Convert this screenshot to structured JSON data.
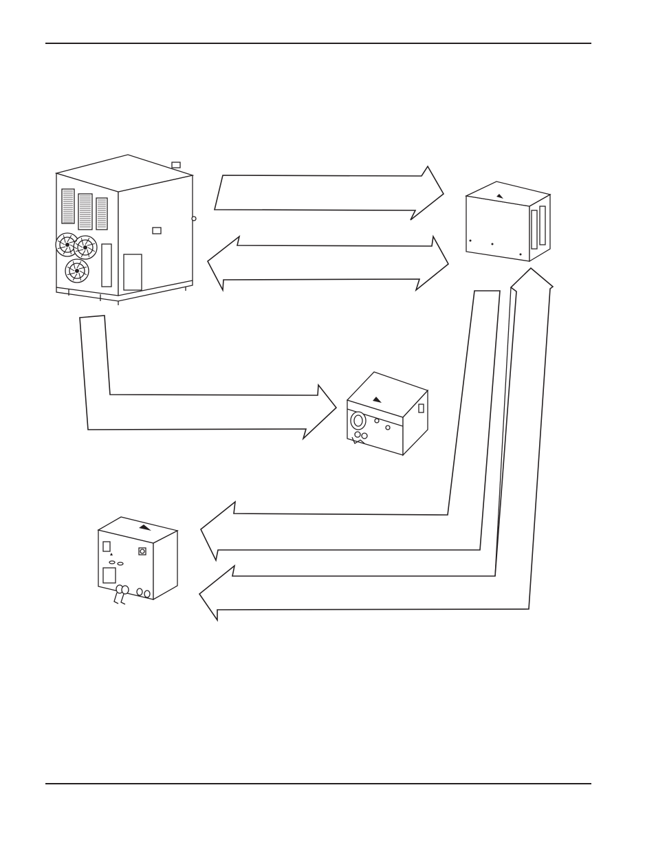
{
  "page": {
    "background": "#ffffff",
    "line_color": "#231f20"
  },
  "diagram": {
    "components": [
      {
        "id": "power-supply",
        "icon": "power-supply-cabinet-icon"
      },
      {
        "id": "ignition-console",
        "icon": "ignition-console-box-icon"
      },
      {
        "id": "gas-console",
        "icon": "gas-console-box-icon"
      },
      {
        "id": "torch-lifter-box",
        "icon": "control-box-icon"
      }
    ],
    "connections": [
      {
        "from": "power-supply",
        "to": "ignition-console",
        "style": "arrow"
      },
      {
        "from": "ignition-console",
        "to": "power-supply",
        "style": "double-arrow"
      },
      {
        "from": "power-supply",
        "to": "gas-console",
        "style": "arrow"
      },
      {
        "from": "ignition-console",
        "to": "torch-lifter-box",
        "style": "arrow"
      },
      {
        "from": "ignition-console",
        "to": "torch-lifter-box",
        "style": "arrow"
      },
      {
        "from": "torch-lifter-box",
        "to": "ignition-console",
        "style": "arrow"
      }
    ]
  }
}
